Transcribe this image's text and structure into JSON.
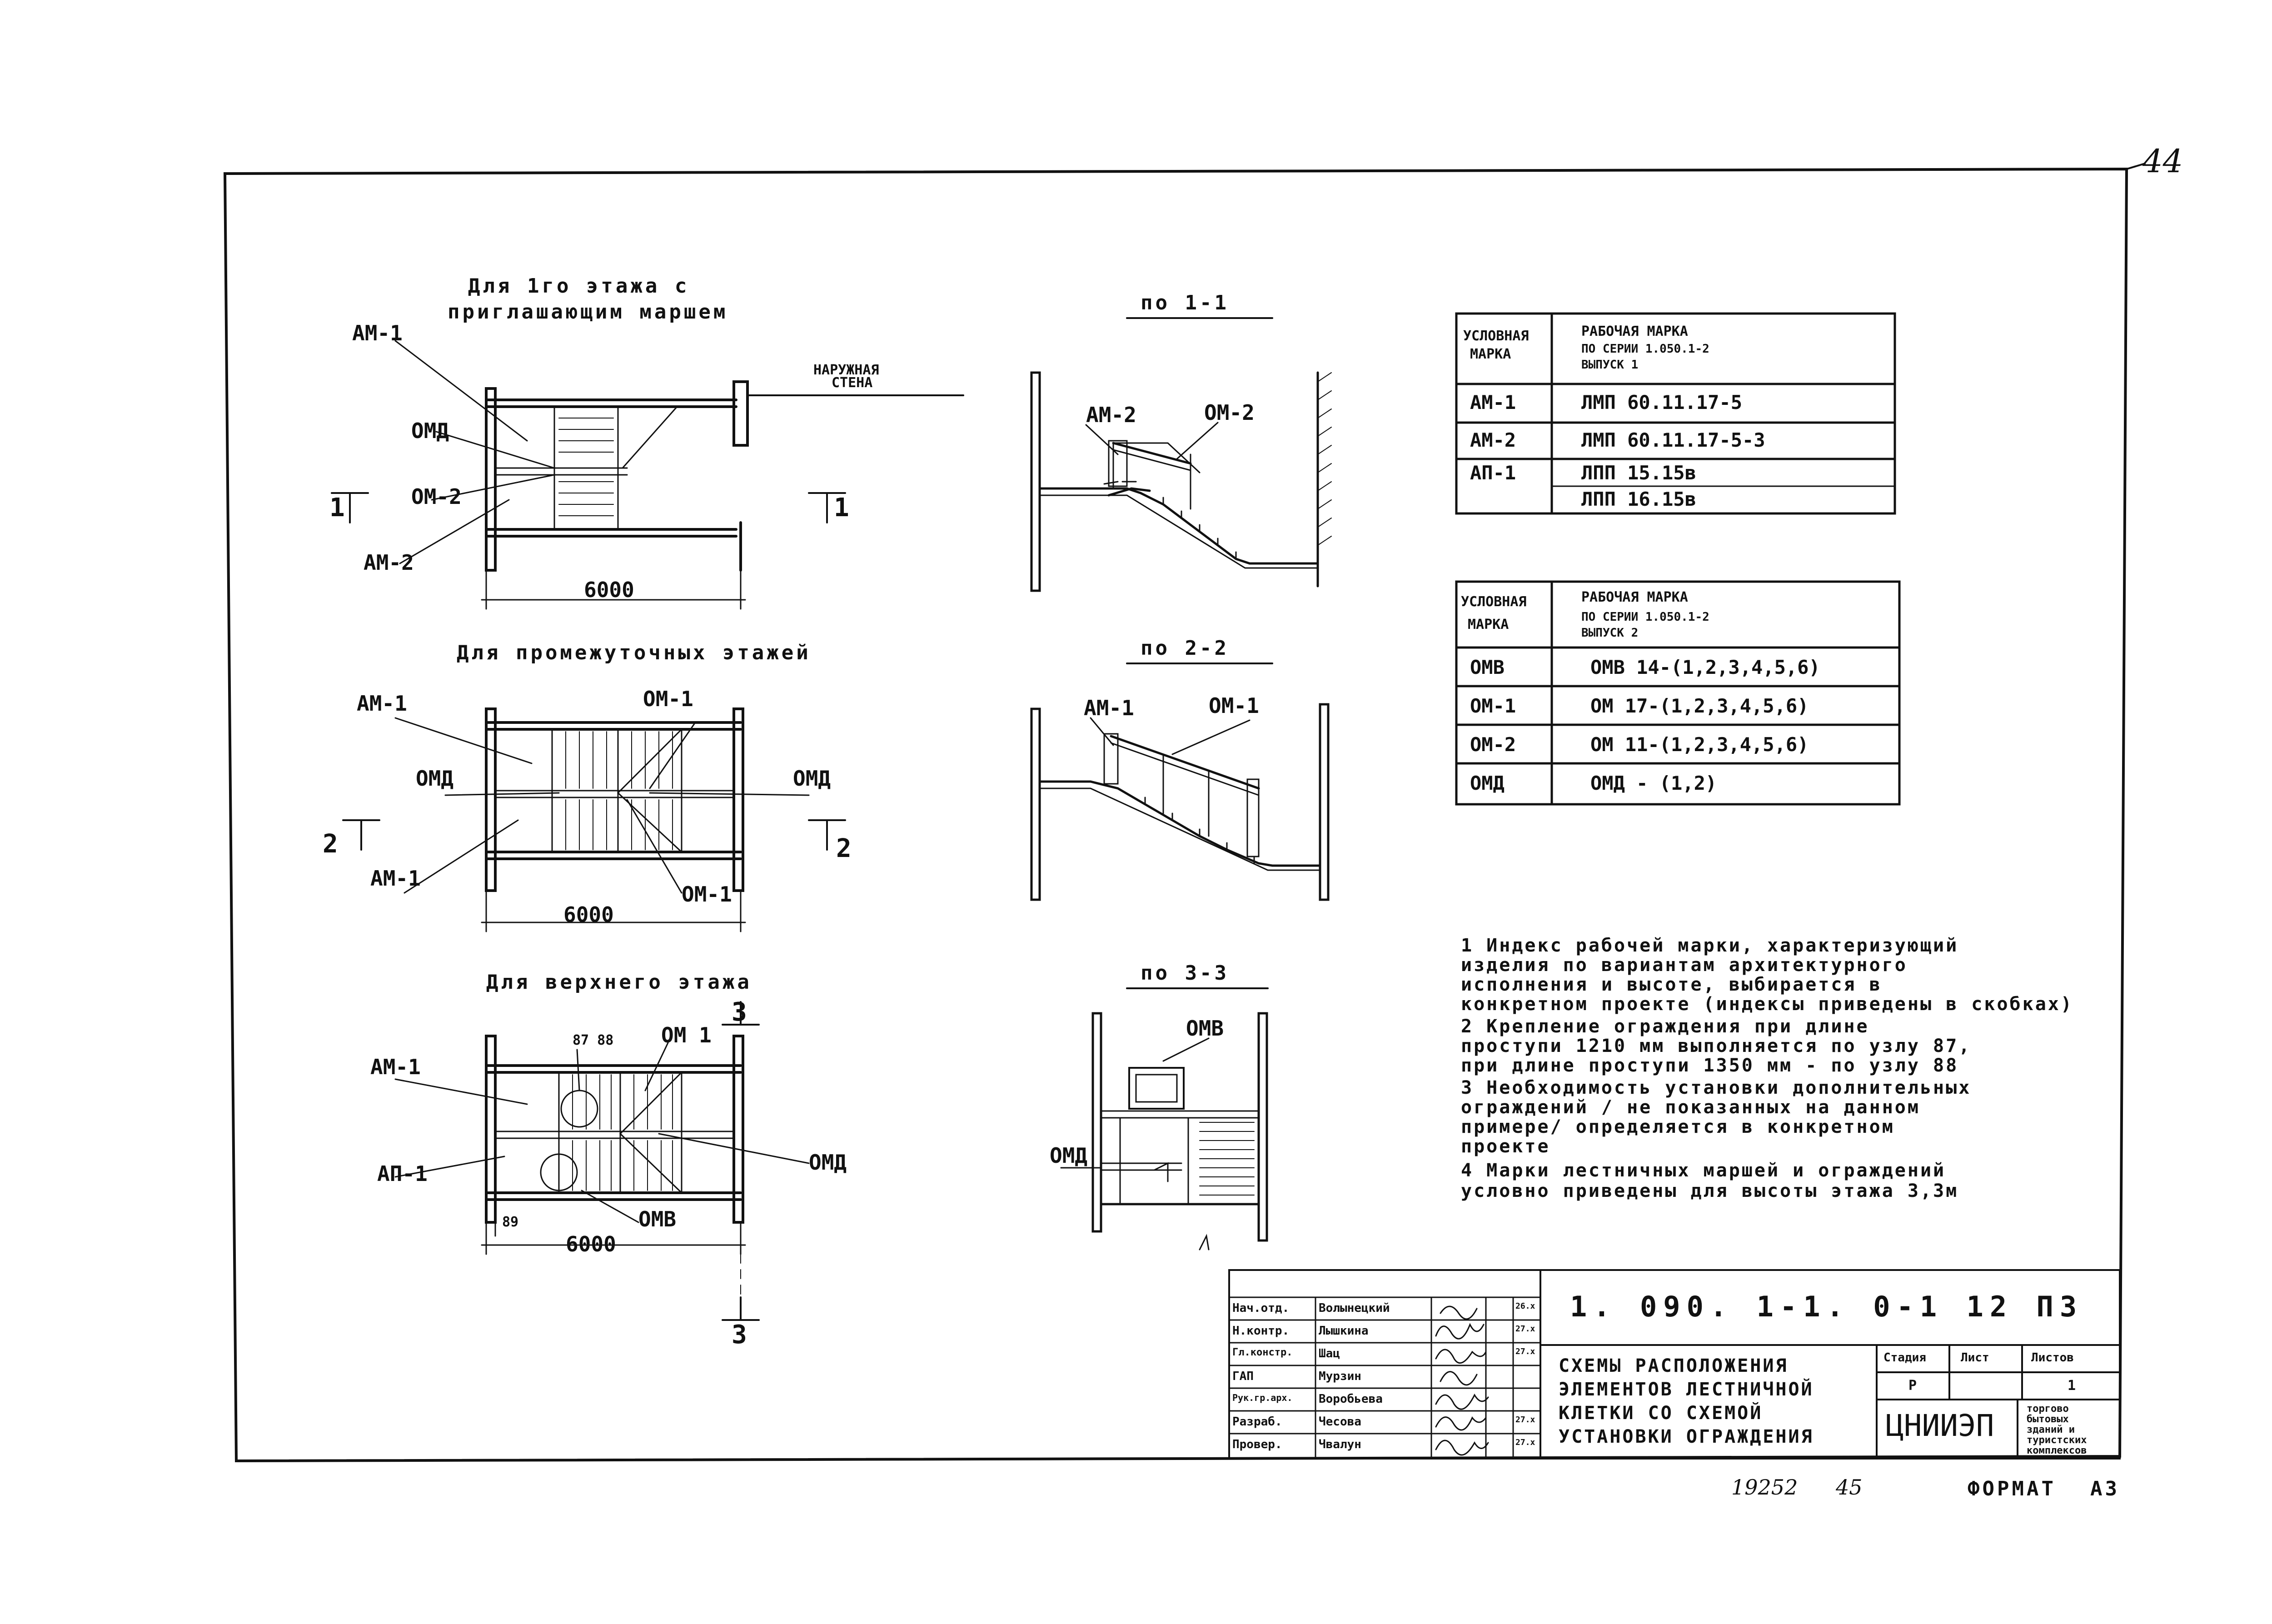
{
  "sheet_number": "44",
  "plan_titles": {
    "first_floor": [
      "Для 1го этажа с",
      "пригла­шающим маршем"
    ],
    "middle_floors": "Для промежуточных этажей",
    "top_floor": "Для верхнего этажа"
  },
  "plan1_labels": {
    "am1": "АМ-1",
    "omd": "ОМД",
    "om2": "ОМ-2",
    "am2": "АМ-2",
    "wall": [
      "НАРУЖНАЯ",
      "СТЕНА"
    ],
    "dim": "6000",
    "sec_l": "1",
    "sec_r": "1"
  },
  "plan2_labels": {
    "am1_top": "АМ-1",
    "om1_top": "ОМ-1",
    "omd_left": "ОМД",
    "omd_right": "ОМД",
    "am1_bottom": "АМ-1",
    "om1_bottom": "ОМ-1",
    "dim": "6000",
    "sec_l": "2",
    "sec_r": "2"
  },
  "plan3_labels": {
    "am1": "АМ-1",
    "ap1": "АП-1",
    "nodes": "87 88",
    "om1": "ОМ 1",
    "omd": "ОМД",
    "omv": "ОМВ",
    "d89": "89",
    "dim": "6000",
    "sec_top": "3",
    "sec_bottom": "3"
  },
  "sections": {
    "s1": {
      "title": "по 1-1",
      "am": "АМ-2",
      "om": "ОМ-2"
    },
    "s2": {
      "title": "по 2-2",
      "am": "АМ-1",
      "om": "ОМ-1"
    },
    "s3": {
      "title": "по 3-3",
      "omv": "ОМВ",
      "omd": "ОМД"
    }
  },
  "table1": {
    "header": {
      "col1": [
        "УСЛОВНАЯ",
        "МАРКА"
      ],
      "col2": [
        "РАБОЧАЯ МАРКА",
        "ПО СЕРИИ 1.050.1-2",
        "ВЫПУСК 1"
      ]
    },
    "rows": [
      {
        "mark": "АМ-1",
        "value": "ЛМП 60.11.17-5"
      },
      {
        "mark": "АМ-2",
        "value": "ЛМП 60.11.17-5-3"
      },
      {
        "mark": "АП-1",
        "value": "ЛПП 15.15в"
      },
      {
        "mark": "",
        "value": "ЛПП 16.15в"
      }
    ]
  },
  "table2": {
    "header": {
      "col1": [
        "УСЛОВНАЯ",
        "МАРКА"
      ],
      "col2": [
        "РАБОЧАЯ МАРКА",
        "ПО СЕРИИ 1.050.1-2",
        "ВЫПУСК 2"
      ]
    },
    "rows": [
      {
        "mark": "ОМВ",
        "value": "ОМВ 14-(1,2,3,4,5,6)"
      },
      {
        "mark": "ОМ-1",
        "value": "ОМ 17-(1,2,3,4,5,6)"
      },
      {
        "mark": "ОМ-2",
        "value": "ОМ 11-(1,2,3,4,5,6)"
      },
      {
        "mark": "ОМД",
        "value": "ОМД - (1,2)"
      }
    ]
  },
  "notes": [
    [
      "1 Индекс рабочей марки, характеризующий",
      "  изделия по вариантам архитектурного",
      "  исполнения и высоте, выбирается в",
      "  конкретном проекте (индексы приведены в скобках)"
    ],
    [
      "2 Крепление ограждения при длине",
      "  проступи 1210 мм выполняется по узлу 87,",
      "  при длине проступи 1350 мм - по узлу 88"
    ],
    [
      "3 Необходимость установки дополнительных",
      "  ограждений / не показанных на данном",
      "  примере/ определяется в конкретном",
      "  проекте"
    ],
    [
      "4 Марки лестничных маршей и ограждений",
      "  условно приведены для высоты этажа 3,3м"
    ]
  ],
  "title_block": {
    "designation": "1. 090. 1-1. 0-1  12 ПЗ",
    "title": [
      "СХЕМЫ РАСПОЛОЖЕНИЯ",
      "ЭЛЕМЕНТОВ ЛЕСТНИЧНОЙ",
      "КЛЕТКИ СО СХЕМОЙ",
      "УСТАНОВКИ ОГРАЖДЕНИЯ"
    ],
    "stage_label": "Стадия",
    "sheet_label": "Лист",
    "sheets_label": "Листов",
    "stage": "Р",
    "sheet": "",
    "sheets": "1",
    "org": "ЦНИИЭП",
    "org_sub": [
      "торгово",
      "бытовых",
      "зданий и",
      "туристских",
      "комплексов"
    ],
    "staff": [
      {
        "role": "Нач.отд.",
        "name": "Волынецкий",
        "date": "26.х"
      },
      {
        "role": "Н.контр.",
        "name": "Лышкина",
        "date": "27.х"
      },
      {
        "role": "Гл.констр.",
        "name": "Шац",
        "date": "27.х"
      },
      {
        "role": "ГАП",
        "name": "Мурзин",
        "date": ""
      },
      {
        "role": "Рук.гр.арх.",
        "name": "Воробьева",
        "date": ""
      },
      {
        "role": "Разраб.",
        "name": "Чесова",
        "date": "27.х"
      },
      {
        "role": "Провер.",
        "name": "Чвалун",
        "date": "27.х"
      }
    ]
  },
  "footer": {
    "inv": "19252",
    "num": "45",
    "format_label": "ФОРМАТ",
    "format": "А3"
  }
}
